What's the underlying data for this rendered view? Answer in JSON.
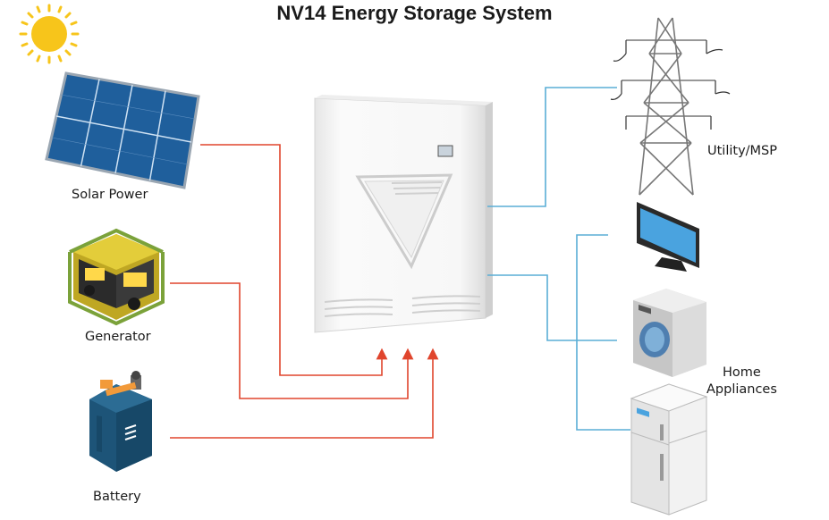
{
  "title": "NV14 Energy Storage System",
  "labels": {
    "solar": "Solar Power",
    "generator": "Generator",
    "battery": "Battery",
    "utility": "Utility/MSP",
    "home_line1": "Home",
    "home_line2": "Appliances"
  },
  "colors": {
    "input_line": "#e0452d",
    "output_line": "#5aaed6",
    "panel": "#1f5f9c",
    "generator": "#d6c02a",
    "battery": "#1d5478",
    "sun": "#f7c51b"
  },
  "icons": [
    "sun-icon",
    "solar-panel-icon",
    "generator-icon",
    "battery-icon",
    "inverter-unit",
    "power-tower-icon",
    "tv-icon",
    "washing-machine-icon",
    "fridge-icon"
  ]
}
